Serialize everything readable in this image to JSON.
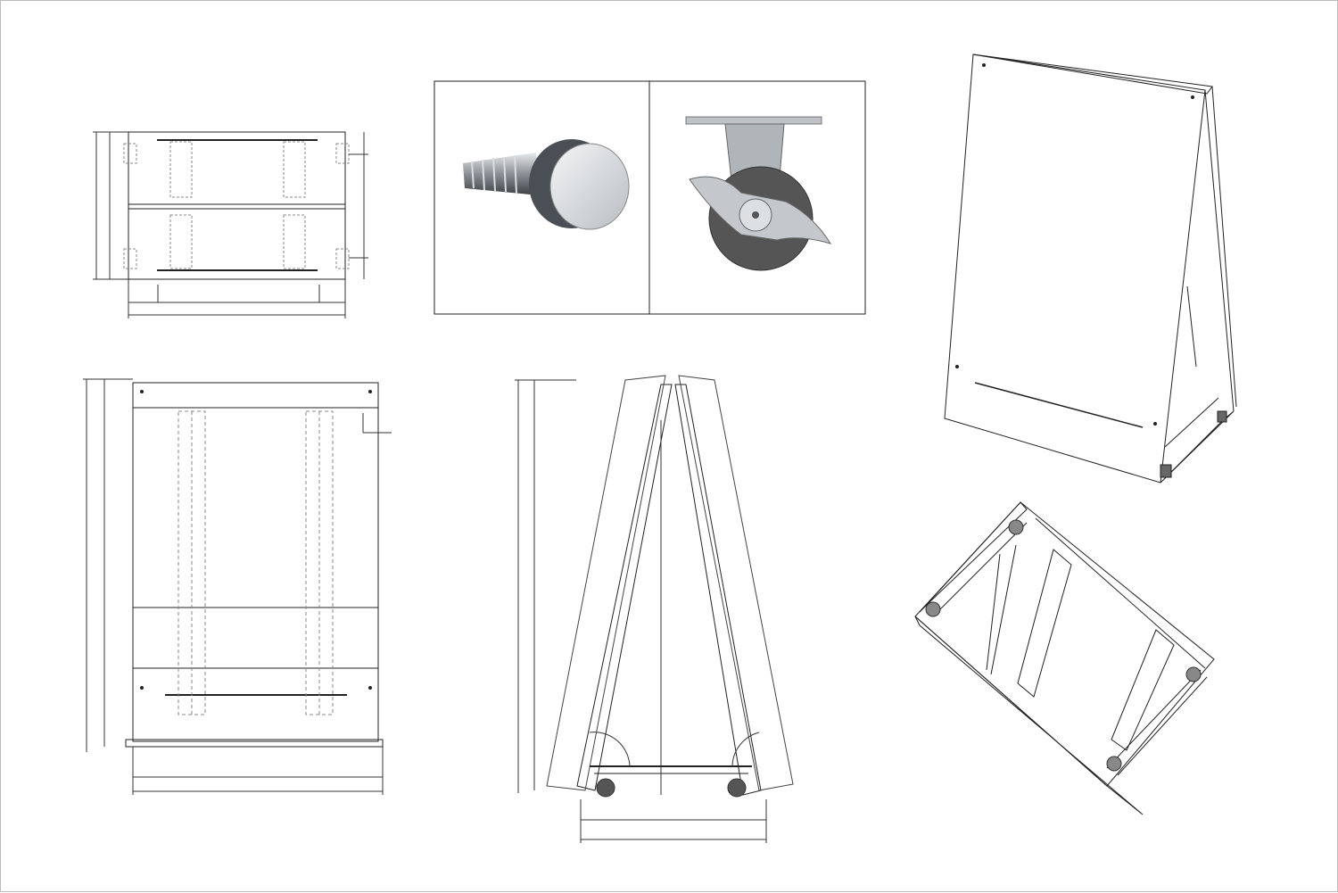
{
  "sheet": {
    "views": [
      "top-plan-view",
      "parts-photos",
      "isometric-front-view",
      "front-elevation",
      "side-elevation",
      "isometric-underside-view"
    ],
    "parts": [
      "thumb-screw",
      "locking-caster"
    ]
  },
  "colors": {
    "line": "#222222",
    "hidden_line": "#888888",
    "dimension": "#333333",
    "chrome": "#9aa0a6",
    "wheel": "#555555",
    "frame_border": "#bbbbbb"
  }
}
